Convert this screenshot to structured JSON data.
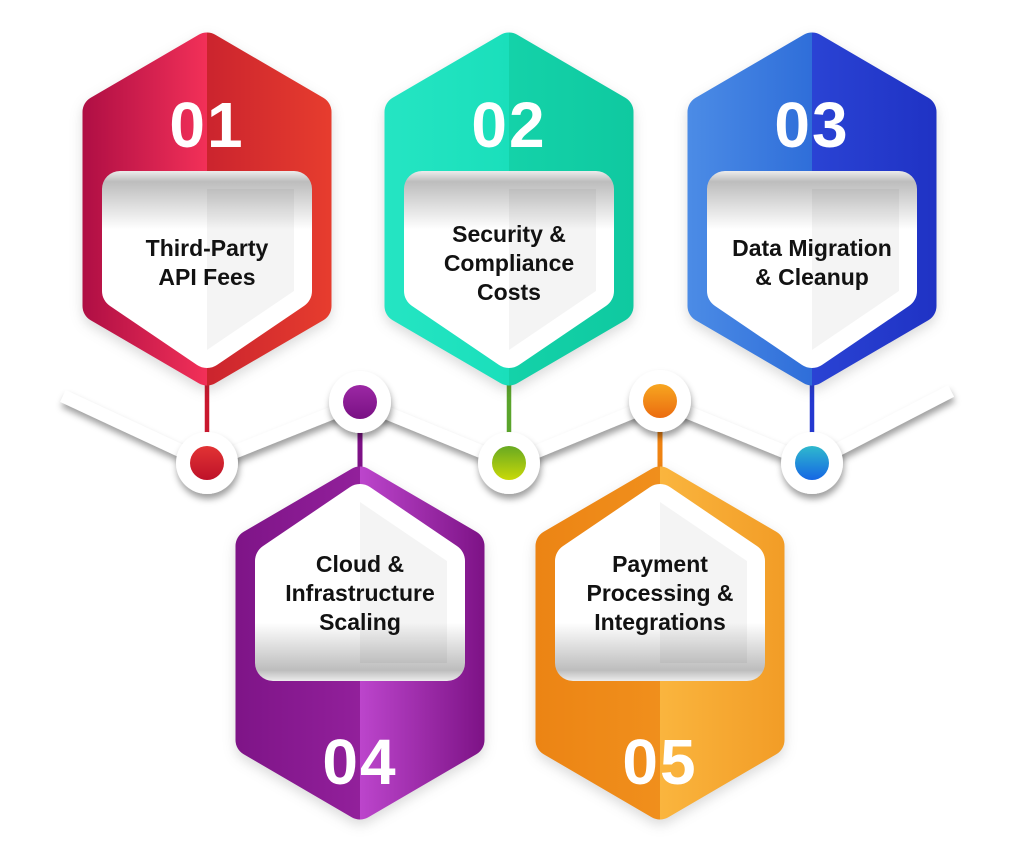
{
  "steps": [
    {
      "number": "01",
      "label": "Third-Party\nAPI Fees",
      "row": "top",
      "colors": {
        "left": [
          "#AE0E44",
          "#F23058"
        ],
        "right": [
          "#CB242E",
          "#E73D2E"
        ]
      }
    },
    {
      "number": "02",
      "label": "Security &\nCompliance\nCosts",
      "row": "top",
      "colors": {
        "left": [
          "#25E5C3",
          "#1ADFBB"
        ],
        "right": [
          "#14D2A9",
          "#0FC9A0"
        ]
      }
    },
    {
      "number": "03",
      "label": "Data Migration\n& Cleanup",
      "row": "top",
      "colors": {
        "left": [
          "#4C8CE6",
          "#2F6ED9"
        ],
        "right": [
          "#2A43D4",
          "#1F32C4"
        ]
      }
    },
    {
      "number": "04",
      "label": "Cloud &\nInfrastructure\nScaling",
      "row": "bottom",
      "colors": {
        "left": [
          "#7E1487",
          "#92209B"
        ],
        "right": [
          "#BC45CC",
          "#7C1285"
        ]
      }
    },
    {
      "number": "05",
      "label": "Payment\nProcessing &\nIntegrations",
      "row": "bottom",
      "colors": {
        "left": [
          "#EC8414",
          "#F08F1C"
        ],
        "right": [
          "#FAB53E",
          "#F29C26"
        ]
      }
    }
  ],
  "connector": {
    "ribbon_color": "#ffffff",
    "nodes": [
      {
        "name": "node-step-1",
        "stem_color": "#C9182E",
        "dot_gradient": [
          "#E23334",
          "#BE1229"
        ]
      },
      {
        "name": "node-step-4",
        "stem_color": "#7D1186",
        "dot_gradient": [
          "#9C28A4",
          "#7A1184"
        ]
      },
      {
        "name": "node-step-2",
        "stem_color": "#5AA42B",
        "dot_gradient": [
          "#68A922",
          "#C9D908"
        ]
      },
      {
        "name": "node-step-5",
        "stem_color": "#EF8312",
        "dot_gradient": [
          "#F7A620",
          "#EB6C10"
        ]
      },
      {
        "name": "node-step-3",
        "stem_color": "#2438D0",
        "dot_gradient": [
          "#2FB9CD",
          "#1566E4"
        ]
      }
    ]
  }
}
